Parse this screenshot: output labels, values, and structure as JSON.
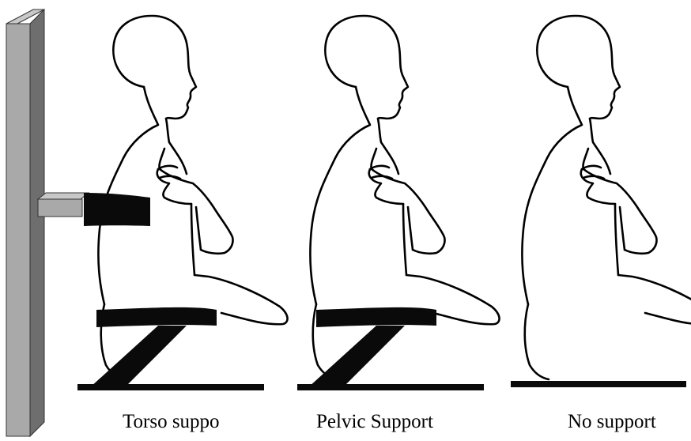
{
  "captions": {
    "torso": "Torso suppo",
    "pelvic": "Pelvic Support",
    "none": "No support"
  },
  "colors": {
    "outline": "#000000",
    "post_front": "#a9a9a9",
    "post_side": "#6e6e6e",
    "strap": "#0a0a0a"
  }
}
